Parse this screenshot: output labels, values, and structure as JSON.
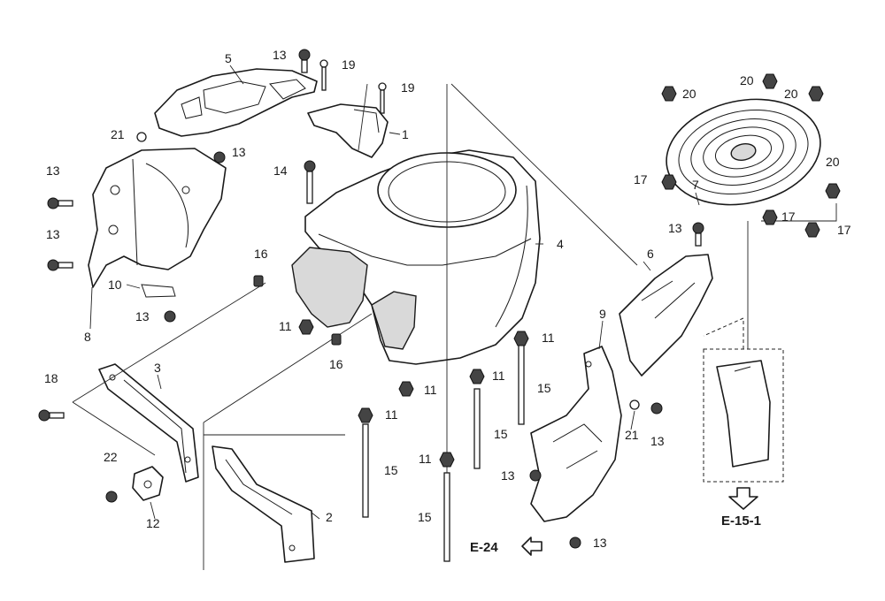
{
  "callouts": {
    "c1": "1",
    "c2": "2",
    "c3": "3",
    "c4": "4",
    "c5": "5",
    "c6": "6",
    "c7": "7",
    "c8": "8",
    "c9": "9",
    "c10": "10",
    "c11": "11",
    "c12": "12",
    "c13": "13",
    "c14": "14",
    "c15": "15",
    "c16": "16",
    "c17": "17",
    "c18": "18",
    "c19": "19",
    "c20": "20",
    "c21": "21",
    "c22": "22"
  },
  "references": {
    "left": "E-24",
    "right": "E-15-1"
  }
}
